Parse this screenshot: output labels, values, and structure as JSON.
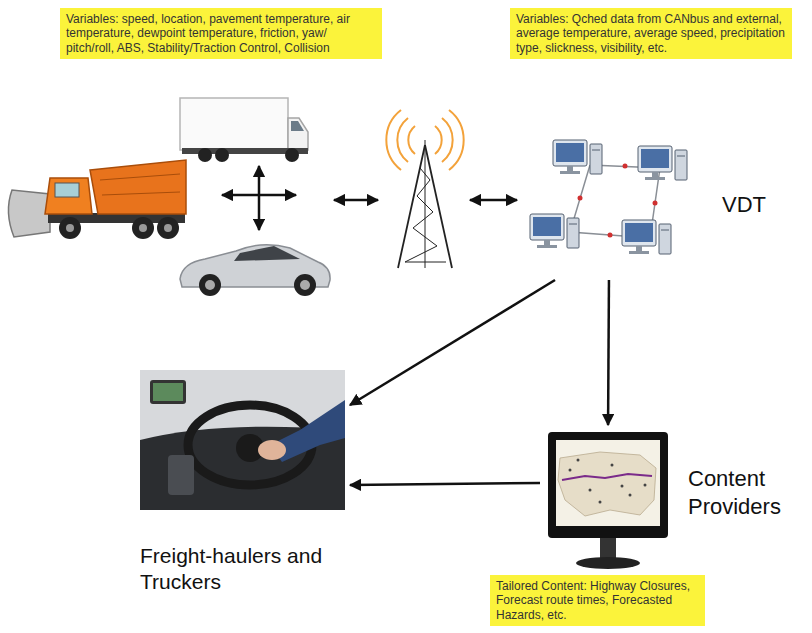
{
  "diagram": {
    "nodes": [
      {
        "text": [
          "Variables: speed, location, pavement temperature, air temperature, dewpoint temperature, friction, yaw/ pitch/roll, ABS, Stability/Traction Control, Collision"
        ]
      },
      {
        "text": [
          "Variables: Qched data from CANbus and external, average temperature, average speed, precipitation type, slickness, visibility, etc."
        ]
      },
      {
        "text": [
          "VDT"
        ]
      },
      {
        "text": [
          "Freight-haulers and Truckers"
        ]
      },
      {
        "text": [
          "Content Providers"
        ]
      },
      {
        "text": [
          "Tailored Content: Highway Closures, Forecast route times, Forecasted Hazards, etc."
        ]
      }
    ],
    "edges": [
      {
        "from": 2,
        "to": 3,
        "arrow": "to"
      },
      {
        "from": 2,
        "to": 4,
        "arrow": "to"
      },
      {
        "from": 4,
        "to": 3,
        "arrow": "to"
      }
    ]
  }
}
